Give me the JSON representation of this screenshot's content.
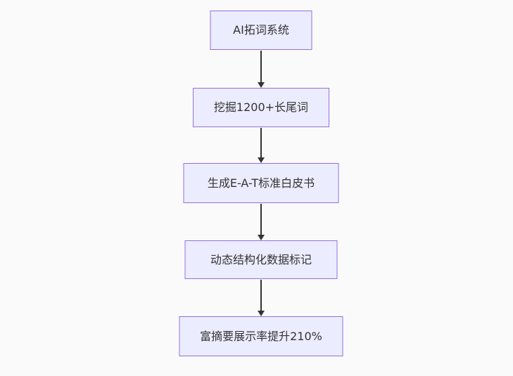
{
  "diagram": {
    "type": "flowchart",
    "direction": "top-down",
    "nodes": [
      {
        "id": "node-1",
        "label": "AI拓词系统"
      },
      {
        "id": "node-2",
        "label": "挖掘1200+长尾词"
      },
      {
        "id": "node-3",
        "label": "生成E-A-T标准白皮书"
      },
      {
        "id": "node-4",
        "label": "动态结构化数据标记"
      },
      {
        "id": "node-5",
        "label": "富摘要展示率提升210%"
      }
    ],
    "edges": [
      {
        "from": "node-1",
        "to": "node-2",
        "arrow": "down"
      },
      {
        "from": "node-2",
        "to": "node-3",
        "arrow": "down"
      },
      {
        "from": "node-3",
        "to": "node-4",
        "arrow": "down"
      },
      {
        "from": "node-4",
        "to": "node-5",
        "arrow": "down"
      }
    ],
    "colors": {
      "node_fill": "#ECECFF",
      "node_border": "#9370DB",
      "edge": "#333333",
      "text": "#333333",
      "background": "#fafafa"
    }
  }
}
